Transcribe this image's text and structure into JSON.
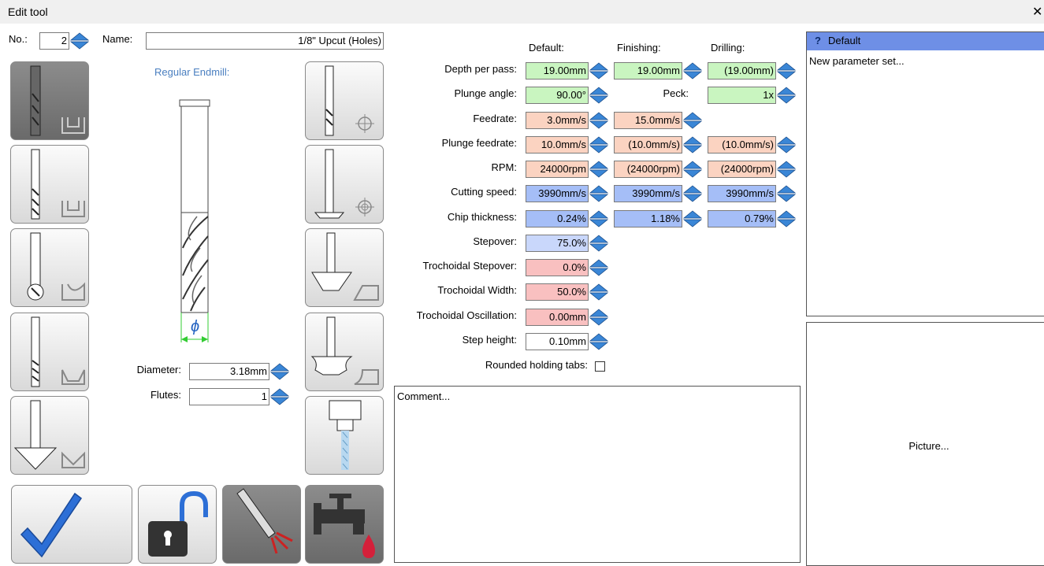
{
  "window": {
    "title": "Edit tool",
    "close_glyph": "✕"
  },
  "header": {
    "no_label": "No.:",
    "no_value": "2",
    "name_label": "Name:",
    "name_value": "1/8\" Upcut (Holes)"
  },
  "tool_preview": {
    "type_label": "Regular Endmill:",
    "diameter_glyph": "ϕ"
  },
  "geometry": {
    "diameter_label": "Diameter:",
    "diameter_value": "3.18mm",
    "flutes_label": "Flutes:",
    "flutes_value": "1"
  },
  "columns": {
    "default": "Default:",
    "finishing": "Finishing:",
    "drilling": "Drilling:"
  },
  "params": {
    "depth": {
      "label": "Depth per pass:",
      "default": "19.00mm",
      "finishing": "19.00mm",
      "drilling": "(19.00mm)"
    },
    "plunge_angle": {
      "label": "Plunge angle:",
      "default": "90.00°",
      "peck_label": "Peck:",
      "peck": "1x"
    },
    "feedrate": {
      "label": "Feedrate:",
      "default": "3.0mm/s",
      "finishing": "15.0mm/s"
    },
    "plunge_feedrate": {
      "label": "Plunge feedrate:",
      "default": "10.0mm/s",
      "finishing": "(10.0mm/s)",
      "drilling": "(10.0mm/s)"
    },
    "rpm": {
      "label": "RPM:",
      "default": "24000rpm",
      "finishing": "(24000rpm)",
      "drilling": "(24000rpm)"
    },
    "cutting_speed": {
      "label": "Cutting speed:",
      "default": "3990mm/s",
      "finishing": "3990mm/s",
      "drilling": "3990mm/s"
    },
    "chip_thickness": {
      "label": "Chip thickness:",
      "default": "0.24%",
      "finishing": "1.18%",
      "drilling": "0.79%"
    },
    "stepover": {
      "label": "Stepover:",
      "default": "75.0%"
    },
    "troch_stepover": {
      "label": "Trochoidal Stepover:",
      "default": "0.0%"
    },
    "troch_width": {
      "label": "Trochoidal Width:",
      "default": "50.0%"
    },
    "troch_osc": {
      "label": "Trochoidal Oscillation:",
      "default": "0.00mm"
    },
    "step_height": {
      "label": "Step height:",
      "default": "0.10mm"
    },
    "rounded_tabs": {
      "label": "Rounded holding tabs:",
      "checked": false
    }
  },
  "comment": {
    "placeholder": "Comment..."
  },
  "param_sets": {
    "selected": "Default",
    "selected_icon": "help-question-icon",
    "new": "New parameter set..."
  },
  "picture": {
    "label": "Picture..."
  },
  "colors": {
    "selection": "#6e8fe6",
    "green": "#c9f5c0",
    "orange": "#fbd3c1",
    "blue": "#a5bef7",
    "pink": "#f9c0c0",
    "spin": "#3a86d6"
  }
}
